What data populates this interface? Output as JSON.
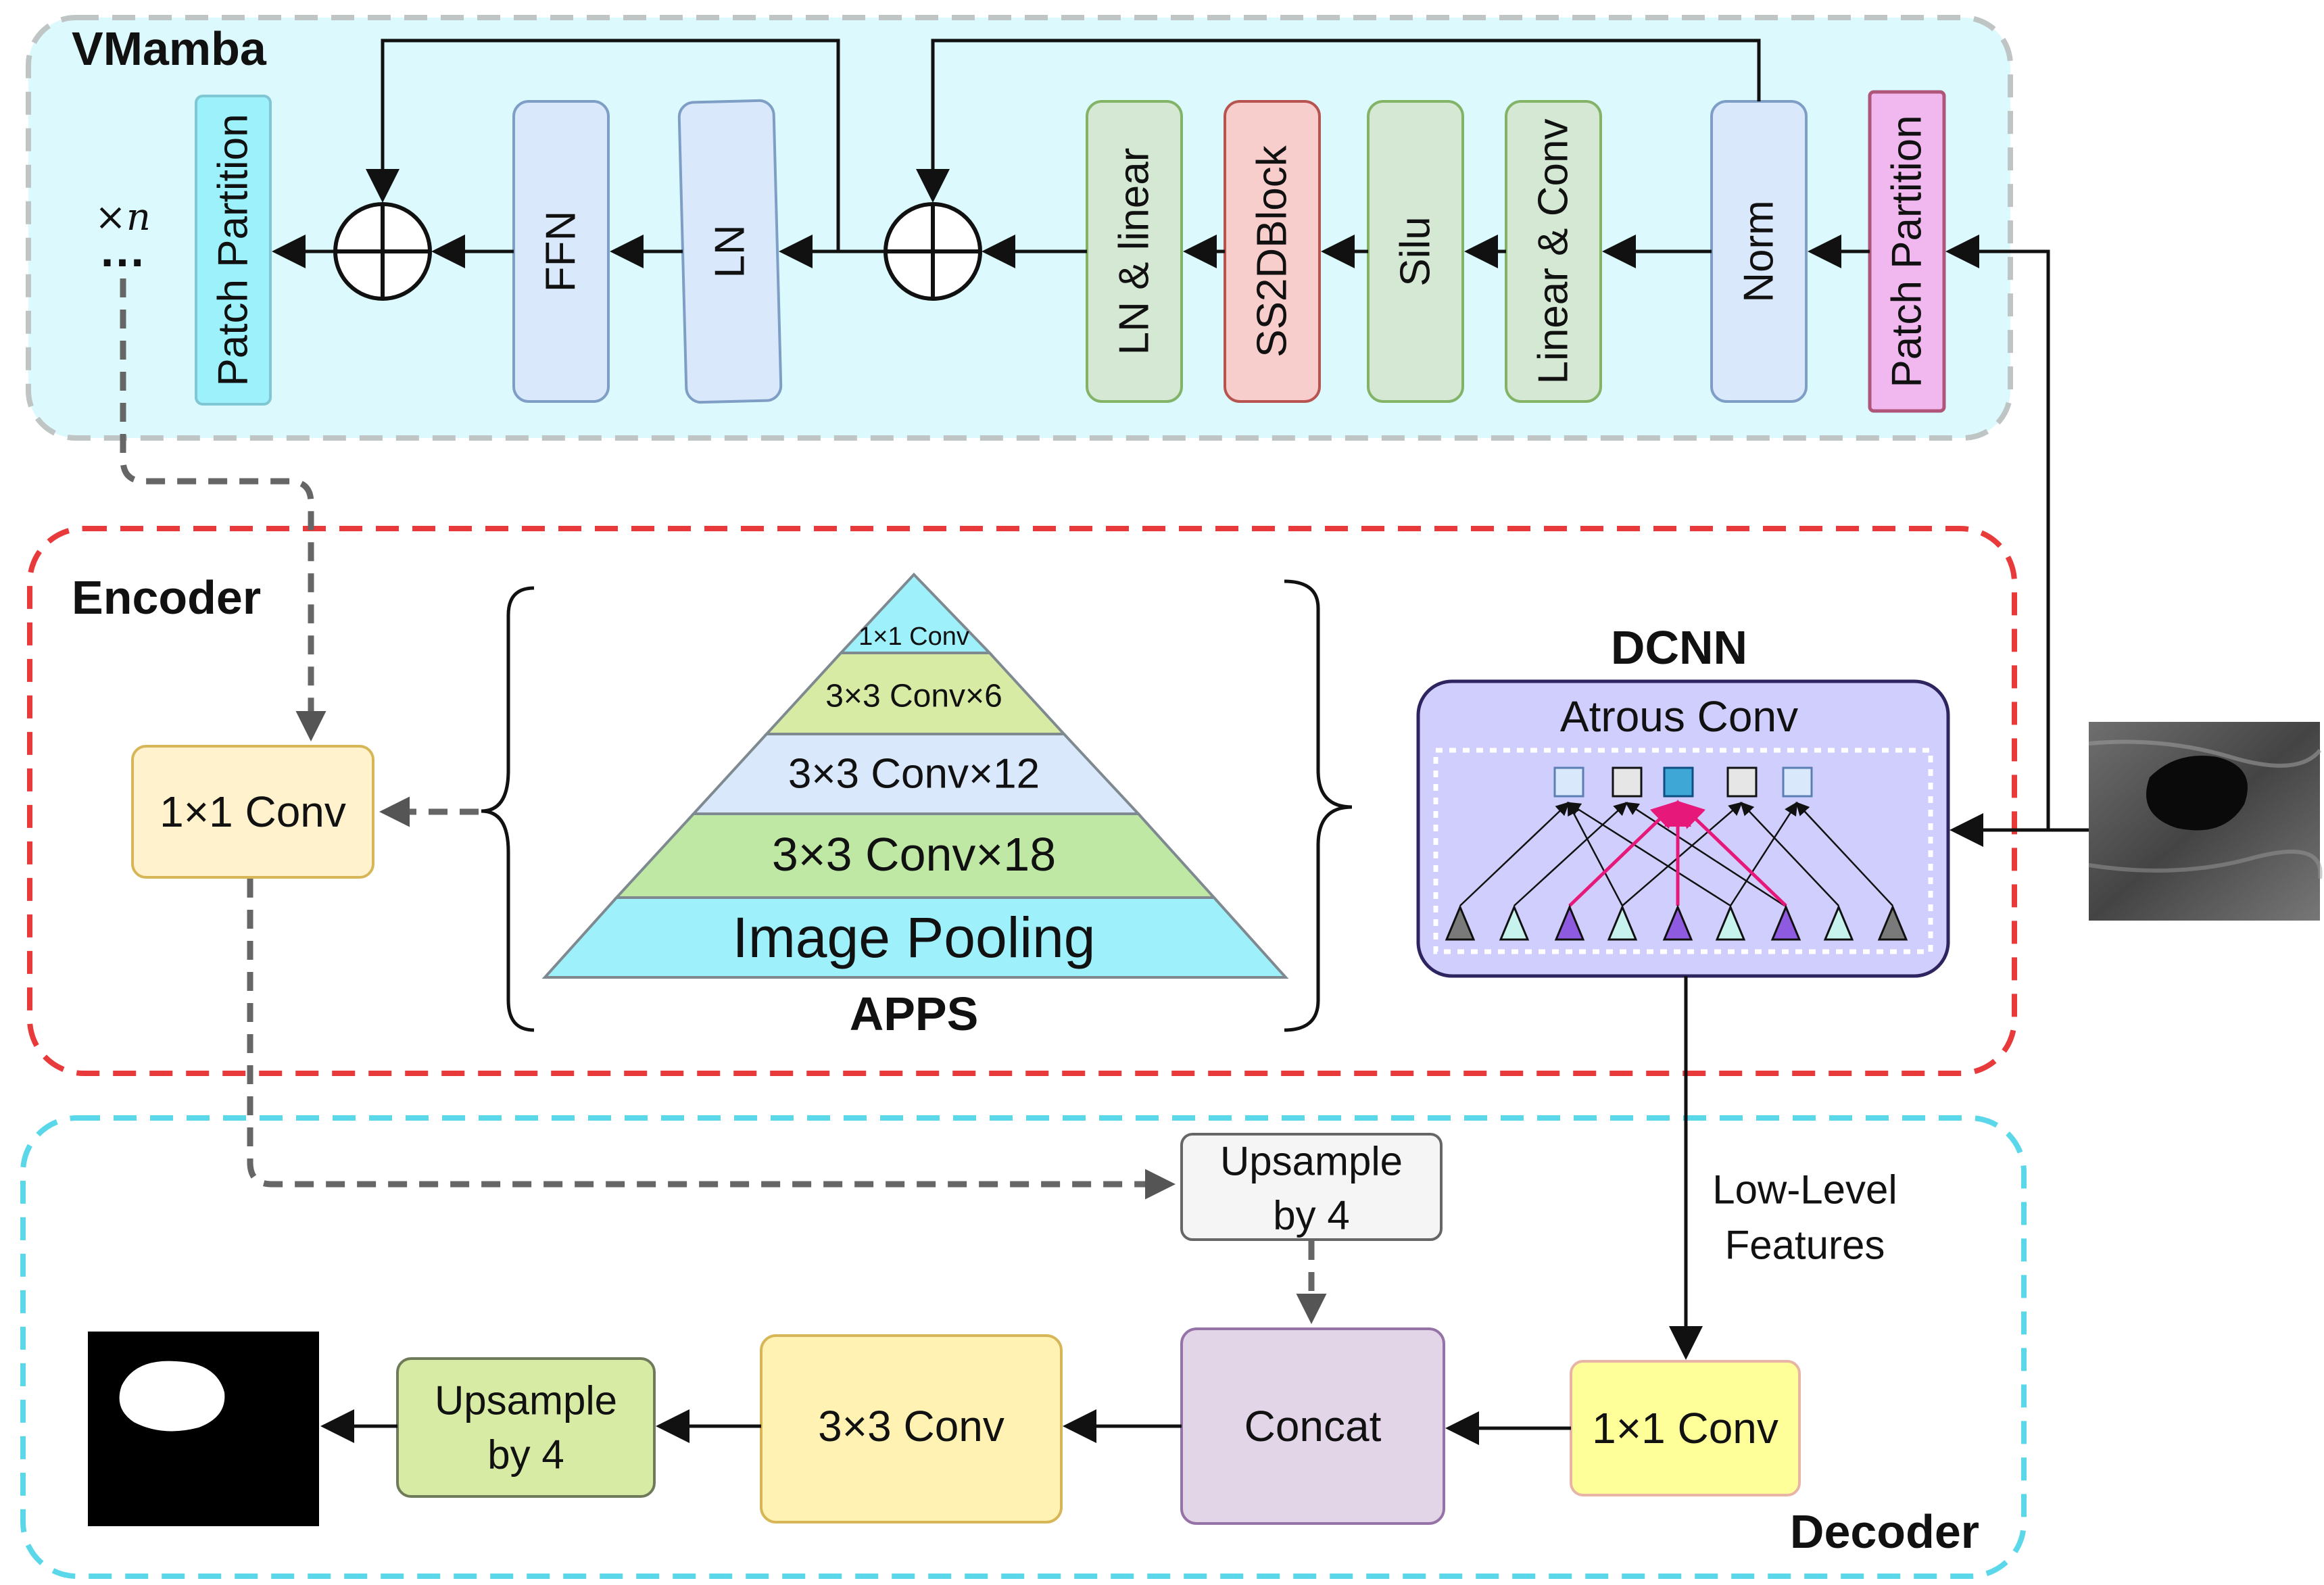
{
  "regions": {
    "vmamba": "VMamba",
    "encoder": "Encoder",
    "decoder": "Decoder"
  },
  "vmamba": {
    "repeat_label": "×n",
    "ellipsis": "…",
    "patch_partition_left": "Patch Partition",
    "ffn": "FFN",
    "ln": "LN",
    "ln_linear": "LN & linear",
    "ss2d": "SS2DBlock",
    "silu": "Silu",
    "linear_conv": "Linear & Conv",
    "norm": "Norm",
    "patch_partition_right": "Patch Partition"
  },
  "encoder": {
    "conv1x1": "1×1 Conv",
    "apps_label": "APPS",
    "pyramid": [
      "1×1 Conv",
      "3×3 Conv×6",
      "3×3 Conv×12",
      "3×3 Conv×18",
      "Image Pooling"
    ],
    "dcnn_label": "DCNN",
    "atrous_label": "Atrous Conv"
  },
  "decoder": {
    "upsample_top_line1": "Upsample",
    "upsample_top_line2": "by 4",
    "concat": "Concat",
    "conv3x3": "3×3 Conv",
    "upsample_bottom_line1": "Upsample",
    "upsample_bottom_line2": "by 4",
    "conv1x1": "1×1 Conv",
    "lowlevel_line1": "Low-Level",
    "lowlevel_line2": "Features"
  },
  "colors": {
    "vmamba_bg": "#dcfafd",
    "encoder_border": "#e83a3a",
    "decoder_border": "#5ad8ea",
    "pink_arrow": "#e6197a"
  }
}
